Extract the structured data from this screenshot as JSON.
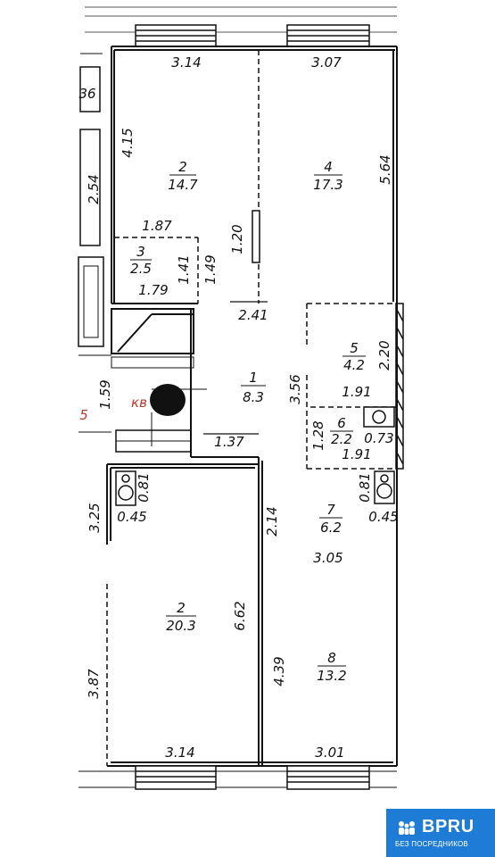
{
  "rooms": [
    {
      "number": "2",
      "area": "14.7"
    },
    {
      "number": "4",
      "area": "17.3"
    },
    {
      "number": "3",
      "area": "2.5"
    },
    {
      "number": "5",
      "area": "4.2"
    },
    {
      "number": "1",
      "area": "8.3"
    },
    {
      "number": "6",
      "area": "2.2"
    },
    {
      "number": "7",
      "area": "6.2"
    },
    {
      "number": "2",
      "area": "20.3"
    },
    {
      "number": "8",
      "area": "13.2"
    }
  ],
  "dimensions": {
    "top_left_width": "3.14",
    "top_right_width": "3.07",
    "room2_height": "4.15",
    "room4_height": "5.64",
    "left_2_54": "2.54",
    "partition_1_20": "1.20",
    "room3_top": "1.87",
    "room3_bottom": "1.79",
    "room3_h1": "1.41",
    "room3_h2": "1.49",
    "corridor_2_41": "2.41",
    "room5_height": "2.20",
    "hall_3_56": "3.56",
    "room6_top": "1.91",
    "room6_bottom": "1.91",
    "room6_height": "1.28",
    "room6_side": "0.73",
    "left_1_59": "1.59",
    "hall_1_37": "1.37",
    "bath_left_h": "0.81",
    "bath_left_w": "0.45",
    "bath_right_h": "0.81",
    "bath_right_w": "0.45",
    "left_3_25": "3.25",
    "room7_2_14": "2.14",
    "room7_width": "3.05",
    "room2b_height": "6.62",
    "room8_height": "4.39",
    "left_3_87": "3.87",
    "bottom_left_width": "3.14",
    "bottom_right_width": "3.01",
    "edge_36": "36"
  },
  "annotations": {
    "apartment_mark": "кв",
    "edge_mark": "5"
  },
  "badge": {
    "logo": "BPRU",
    "tagline": "БЕЗ ПОСРЕДНИКОВ"
  },
  "colors": {
    "line": "#111111",
    "badge": "#1e7bd6",
    "mark": "#c0392b"
  }
}
